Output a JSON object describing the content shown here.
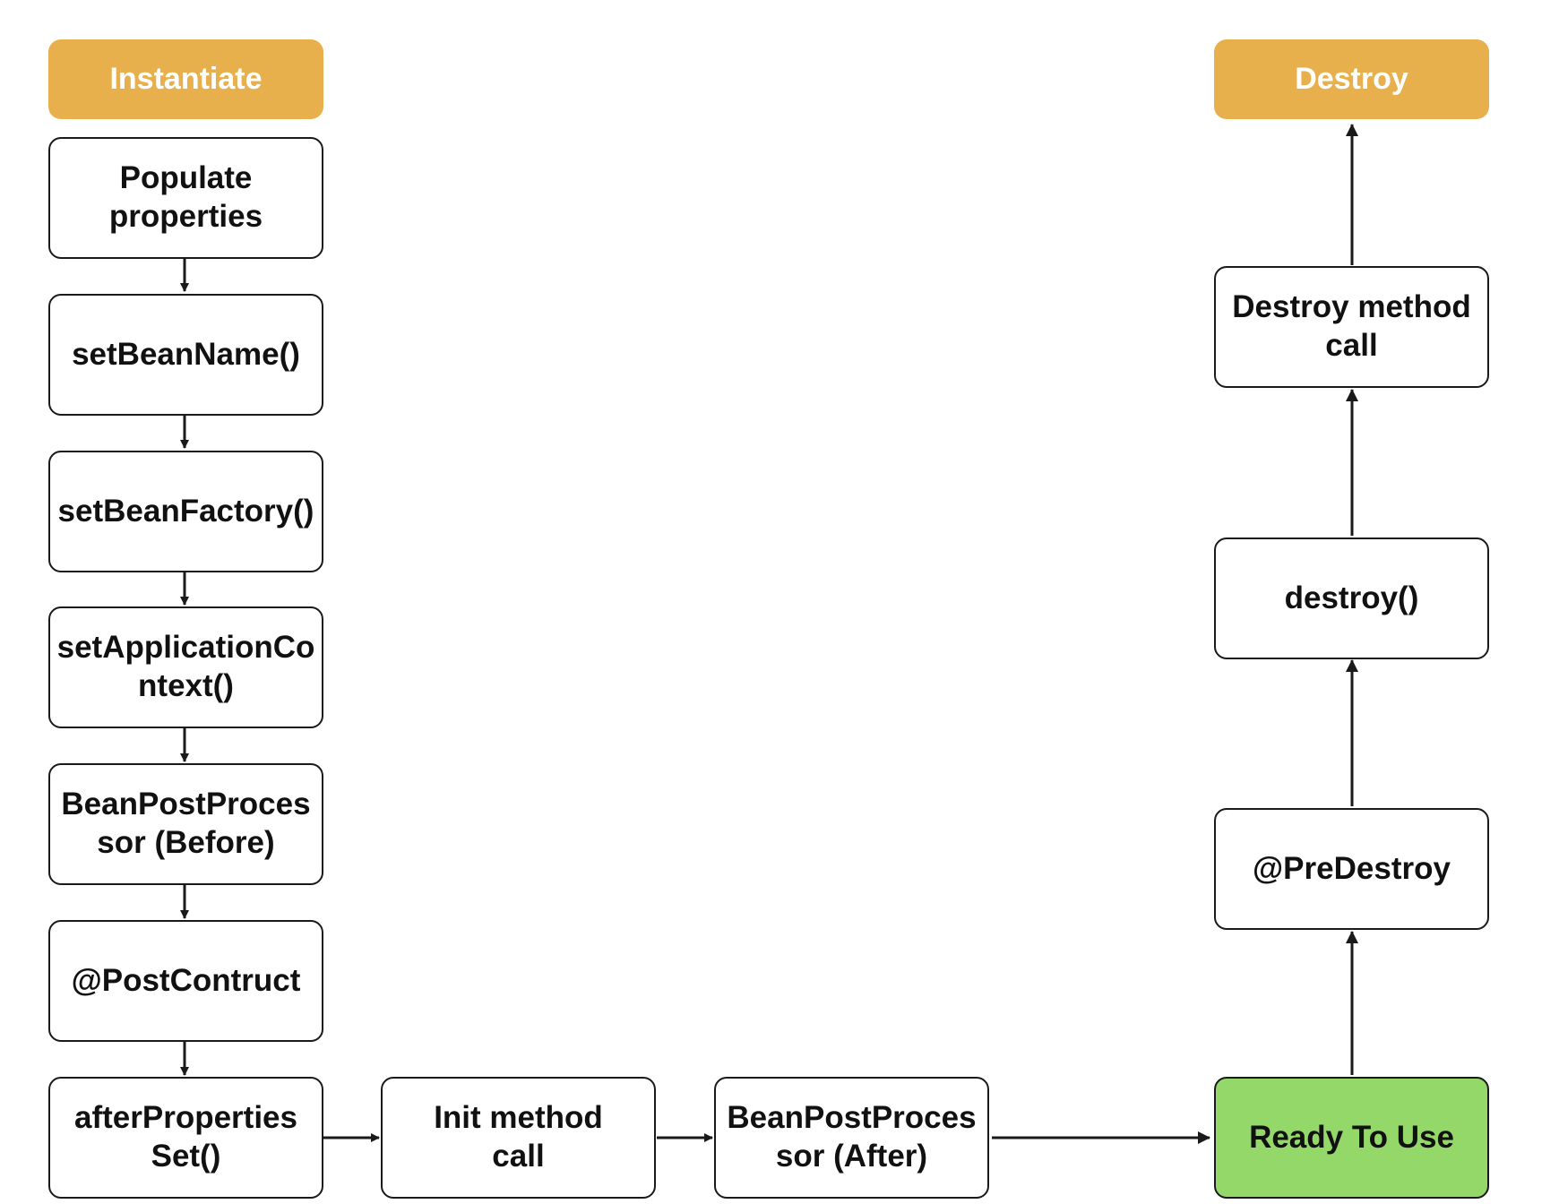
{
  "colors": {
    "pill": "#E8B04C",
    "ready": "#94D86A",
    "stroke": "#1a1a1a"
  },
  "nodes": {
    "instantiate": "Instantiate",
    "populate": "Populate\nproperties",
    "set_bean_name": "setBeanName()",
    "set_bean_factory": "setBeanFactory()",
    "set_app_context": "setApplicationCo\nntext()",
    "bpp_before": "BeanPostProces\nsor (Before)",
    "post_construct": "@PostContruct",
    "after_properties_set": "afterProperties\nSet()",
    "init_method": "Init method\ncall",
    "bpp_after": "BeanPostProces\nsor (After)",
    "ready": "Ready To Use",
    "pre_destroy": "@PreDestroy",
    "destroy_fn": "destroy()",
    "destroy_method": "Destroy method\ncall",
    "destroy": "Destroy"
  }
}
